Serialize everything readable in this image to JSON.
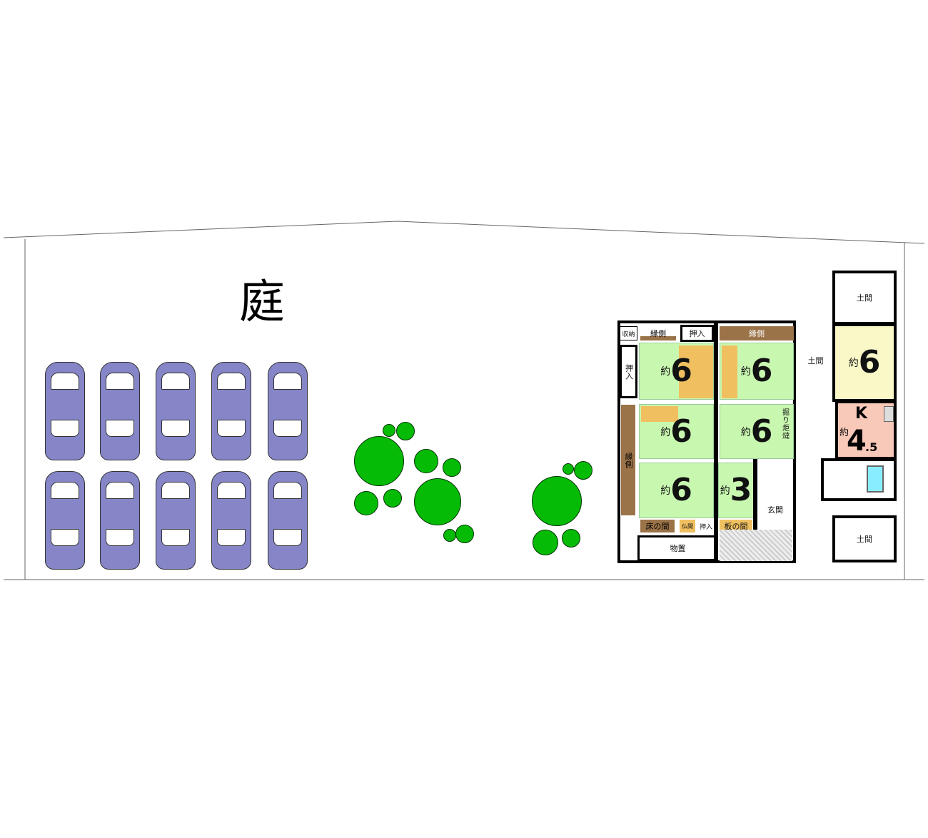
{
  "garden": {
    "label": "庭"
  },
  "parking": {
    "car_count": 10
  },
  "rooms": {
    "top_doma": "土間",
    "center_doma": "土間",
    "bottom_doma": "土間",
    "yellow_room": {
      "prefix": "約",
      "size": "6"
    },
    "kitchen": {
      "letter": "K",
      "prefix": "約",
      "size": "4",
      "decimal": ".5"
    },
    "room_ul": {
      "prefix": "約",
      "size": "6"
    },
    "room_um": {
      "prefix": "約",
      "size": "6"
    },
    "room_ml": {
      "prefix": "約",
      "size": "6"
    },
    "room_mm": {
      "prefix": "約",
      "size": "6",
      "note": "掘り炬燵"
    },
    "room_ll": {
      "prefix": "約",
      "size": "6"
    },
    "room_small": {
      "prefix": "約",
      "size": "3"
    },
    "storage": "収納",
    "engawa_top_left": "縁側",
    "engawa_top_right": "縁側",
    "engawa_left": "縁側",
    "oshiire_top": "押入",
    "oshiire_left": "押入",
    "oshiire_bottom": "押入",
    "tokonoma": "床の間",
    "butsuma": "仏間",
    "itanoma": "板の間",
    "monooki": "物置",
    "genkan": "玄関"
  },
  "colors": {
    "tatami": "#c8f7b0",
    "engawa": "#9b7348",
    "wood": "#f0c060",
    "yellow": "#fbf8c8",
    "kitchen": "#f8c8b8",
    "car": "#8585c8",
    "tree": "#06bb06"
  }
}
